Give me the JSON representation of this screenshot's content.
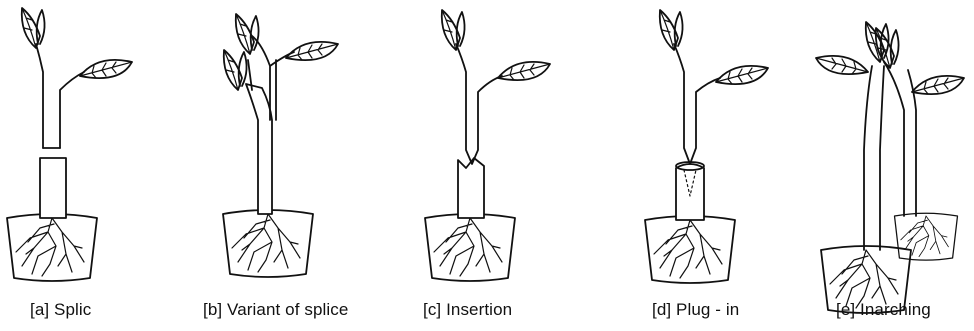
{
  "captions": {
    "a": "[a] Splic",
    "b": "[b] Variant of splice",
    "c": "[c] Insertion",
    "d": "[d] Plug - in",
    "e": "[e] Inarching"
  }
}
